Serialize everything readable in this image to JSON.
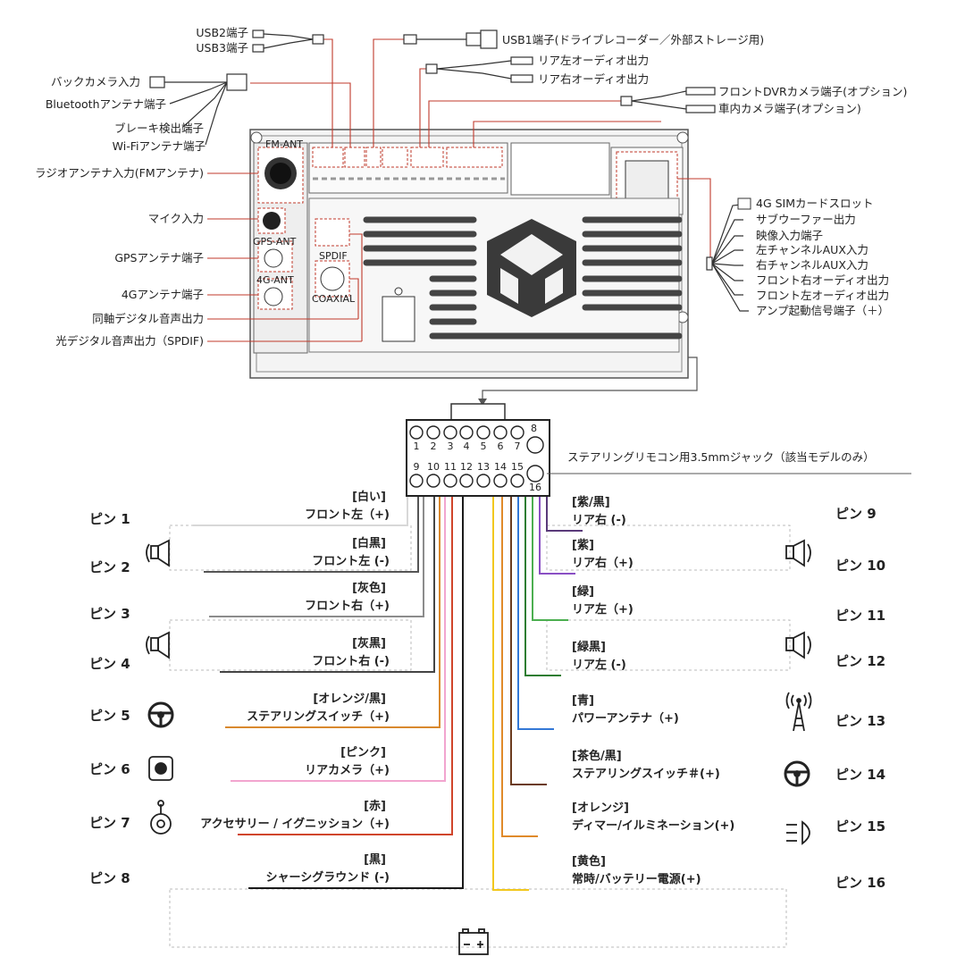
{
  "top_labels": {
    "usb2": "USB2端子",
    "usb3": "USB3端子",
    "usb1": "USB1端子(ドライブレコーダー／外部ストレージ用)",
    "rear_left_audio": "リア左オーディオ出力",
    "rear_right_audio": "リア右オーディオ出力",
    "front_dvr": "フロントDVRカメラ端子(オプション)",
    "cabin_camera": "車内カメラ端子(オプション)"
  },
  "left_labels": {
    "back_camera": "バックカメラ入力",
    "bluetooth": "Bluetoothアンテナ端子",
    "brake": "ブレーキ検出端子",
    "wifi": "Wi-Fiアンテナ端子",
    "radio": "ラジオアンテナ入力(FMアンテナ)",
    "mic": "マイク入力",
    "gps": "GPSアンテナ端子",
    "lte": "4Gアンテナ端子",
    "coax": "同軸デジタル音声出力",
    "spdif_out": "光デジタル音声出力（SPDIF)"
  },
  "right_labels": [
    "4G SIMカードスロット",
    "サブウーファー出力",
    "映像入力端子",
    "左チャンネルAUX入力",
    "右チャンネルAUX入力",
    "フロント右オーディオ出力",
    "フロント左オーディオ出力",
    "アンプ起動信号端子（＋）"
  ],
  "unit_labels": {
    "fm_ant": "FM-ANT",
    "gps_ant": "GPS-ANT",
    "lte_ant": "4G-ANT",
    "spdif": "SPDIF",
    "coaxial": "COAXIAL"
  },
  "connector": {
    "top_row": [
      "1",
      "2",
      "3",
      "4",
      "5",
      "6",
      "7",
      "8"
    ],
    "bottom_row": [
      "9",
      "10",
      "11",
      "12",
      "13",
      "14",
      "15",
      "16"
    ],
    "jack_label": "ステアリングリモコン用3.5mmジャック（該当モデルのみ）"
  },
  "left_pins": [
    {
      "pin": "ピン 1",
      "color": "[白い]",
      "function": "フロント左（+)",
      "hex": "#d8d8d8"
    },
    {
      "pin": "ピン 2",
      "color": "[白黒]",
      "function": "フロント左 (-)",
      "hex": "#555555"
    },
    {
      "pin": "ピン 3",
      "color": "[灰色]",
      "function": "フロント右（+)",
      "hex": "#8c8c8c"
    },
    {
      "pin": "ピン 4",
      "color": "[灰黒]",
      "function": "フロント右 (-)",
      "hex": "#444444"
    },
    {
      "pin": "ピン 5",
      "color": "[オレンジ/黒]",
      "function": "ステアリングスイッチ（+)",
      "hex": "#d9892e"
    },
    {
      "pin": "ピン 6",
      "color": "[ピンク]",
      "function": "リアカメラ（+)",
      "hex": "#f2a5cf"
    },
    {
      "pin": "ピン 7",
      "color": "[赤]",
      "function": "アクセサリー / イグニッション（+)",
      "hex": "#d0452b"
    },
    {
      "pin": "ピン 8",
      "color": "[黒]",
      "function": "シャーシグラウンド (-)",
      "hex": "#1a1a1a"
    }
  ],
  "right_pins": [
    {
      "pin": "ピン 9",
      "color": "[紫/黒]",
      "function": "リア右 (-)",
      "hex": "#5a3a7a"
    },
    {
      "pin": "ピン 10",
      "color": "[紫]",
      "function": "リア右（+)",
      "hex": "#8a4fc4"
    },
    {
      "pin": "ピン 11",
      "color": "[緑]",
      "function": "リア左（+)",
      "hex": "#4caf50"
    },
    {
      "pin": "ピン 12",
      "color": "[緑黒]",
      "function": "リア左 (-)",
      "hex": "#2e7d32"
    },
    {
      "pin": "ピン 13",
      "color": "[青]",
      "function": "パワーアンテナ（+)",
      "hex": "#3478d6"
    },
    {
      "pin": "ピン 14",
      "color": "[茶色/黒]",
      "function": "ステアリングスイッチ＃(+)",
      "hex": "#6b3b1e"
    },
    {
      "pin": "ピン 15",
      "color": "[オレンジ]",
      "function": "ディマー/イルミネーション(+)",
      "hex": "#e08a2a"
    },
    {
      "pin": "ピン 16",
      "color": "[黄色]",
      "function": "常時/バッテリー電源(+)",
      "hex": "#f2c81e"
    }
  ],
  "icons": {
    "speaker": "speaker-icon",
    "steering": "steering-wheel-icon",
    "camera": "camera-icon",
    "ignition": "ignition-key-icon",
    "antenna": "antenna-icon",
    "headlight": "headlight-icon",
    "battery": "battery-icon"
  }
}
